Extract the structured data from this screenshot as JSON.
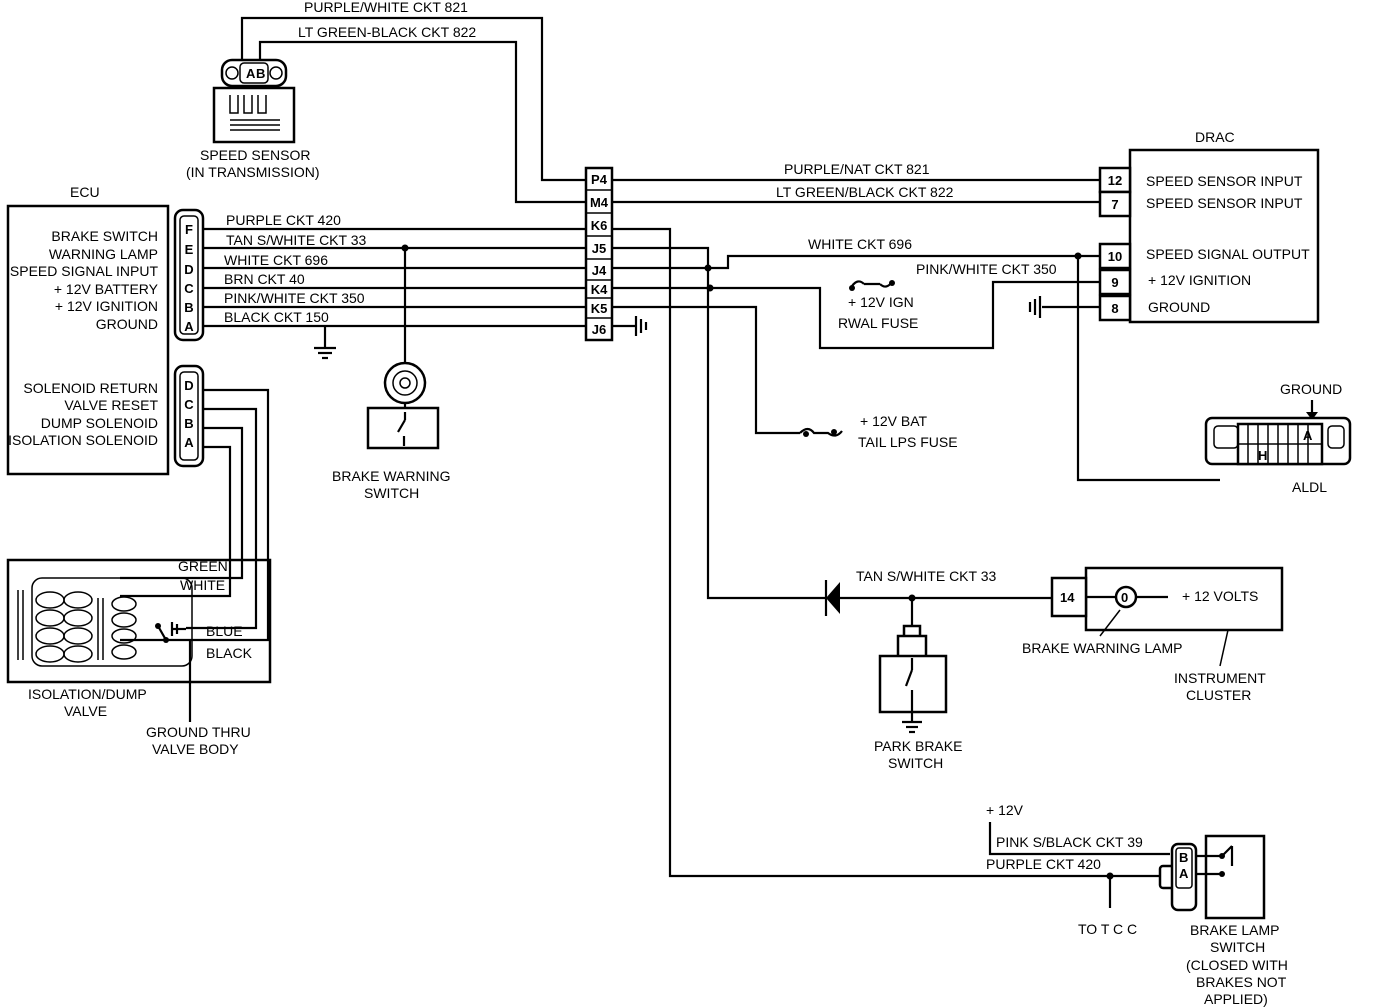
{
  "ecu": {
    "title": "ECU",
    "inputs": [
      "BRAKE SWITCH",
      "WARNING LAMP",
      "SPEED SIGNAL INPUT",
      "+ 12V BATTERY",
      "+ 12V IGNITION",
      "GROUND"
    ],
    "outputs": [
      "SOLENOID RETURN",
      "VALVE RESET",
      "DUMP SOLENOID",
      "ISOLATION SOLENOID"
    ],
    "upper_pins": [
      "F",
      "E",
      "D",
      "C",
      "B",
      "A"
    ],
    "lower_pins": [
      "D",
      "C",
      "B",
      "A"
    ]
  },
  "speed_sensor": {
    "title": "SPEED SENSOR",
    "subtitle": "(IN TRANSMISSION)",
    "pins": [
      "A",
      "B"
    ]
  },
  "top_wires": [
    "PURPLE/WHITE CKT 821",
    "LT GREEN-BLACK CKT 822"
  ],
  "ecu_wires": [
    "PURPLE CKT 420",
    "TAN S/WHITE CKT 33",
    "WHITE CKT 696",
    "BRN CKT 40",
    "PINK/WHITE CKT 350",
    "BLACK CKT 150"
  ],
  "connector_pins": [
    "P4",
    "M4",
    "K6",
    "J5",
    "J4",
    "K4",
    "K5",
    "J6"
  ],
  "drac": {
    "title": "DRAC",
    "pins": [
      "12",
      "7",
      "10",
      "9",
      "8"
    ],
    "labels": [
      "SPEED SENSOR INPUT",
      "SPEED SENSOR INPUT",
      "SPEED SIGNAL OUTPUT",
      "+ 12V IGNITION",
      "GROUND"
    ]
  },
  "drac_wires": [
    "PURPLE/NAT CKT 821",
    "LT GREEN/BLACK CKT 822",
    "WHITE CKT 696",
    "PINK/WHITE CKT 350"
  ],
  "rwal_fuse": [
    "+ 12V IGN",
    "RWAL  FUSE"
  ],
  "tail_fuse": [
    "+ 12V BAT",
    "TAIL LPS FUSE"
  ],
  "brake_warning_switch": [
    "BRAKE WARNING",
    "SWITCH"
  ],
  "aldl": {
    "title": "ALDL",
    "ground_label": "GROUND",
    "pins": [
      "A",
      "H"
    ]
  },
  "isolation_valve": {
    "title": [
      "ISOLATION/DUMP",
      "VALVE"
    ],
    "wires": [
      "GREEN",
      "WHITE",
      "BLUE",
      "BLACK"
    ],
    "ground_note": [
      "GROUND THRU",
      "VALVE BODY"
    ]
  },
  "lamp_circuit": {
    "wire": "TAN S/WHITE CKT 33",
    "pin": "14",
    "lamp_symbol": "0",
    "lamp_label": "BRAKE WARNING LAMP",
    "supply": "+ 12 VOLTS",
    "cluster": [
      "INSTRUMENT",
      "CLUSTER"
    ]
  },
  "park_brake_switch": [
    "PARK BRAKE",
    "SWITCH"
  ],
  "brake_lamp": {
    "supply": "+ 12V",
    "wires": [
      "PINK S/BLACK  CKT 39",
      "PURPLE CKT 420"
    ],
    "pins": [
      "B",
      "A"
    ],
    "tcc": "TO T C C",
    "title": [
      "BRAKE LAMP",
      "SWITCH",
      "(CLOSED WITH",
      "BRAKES NOT",
      "APPLIED)"
    ]
  }
}
